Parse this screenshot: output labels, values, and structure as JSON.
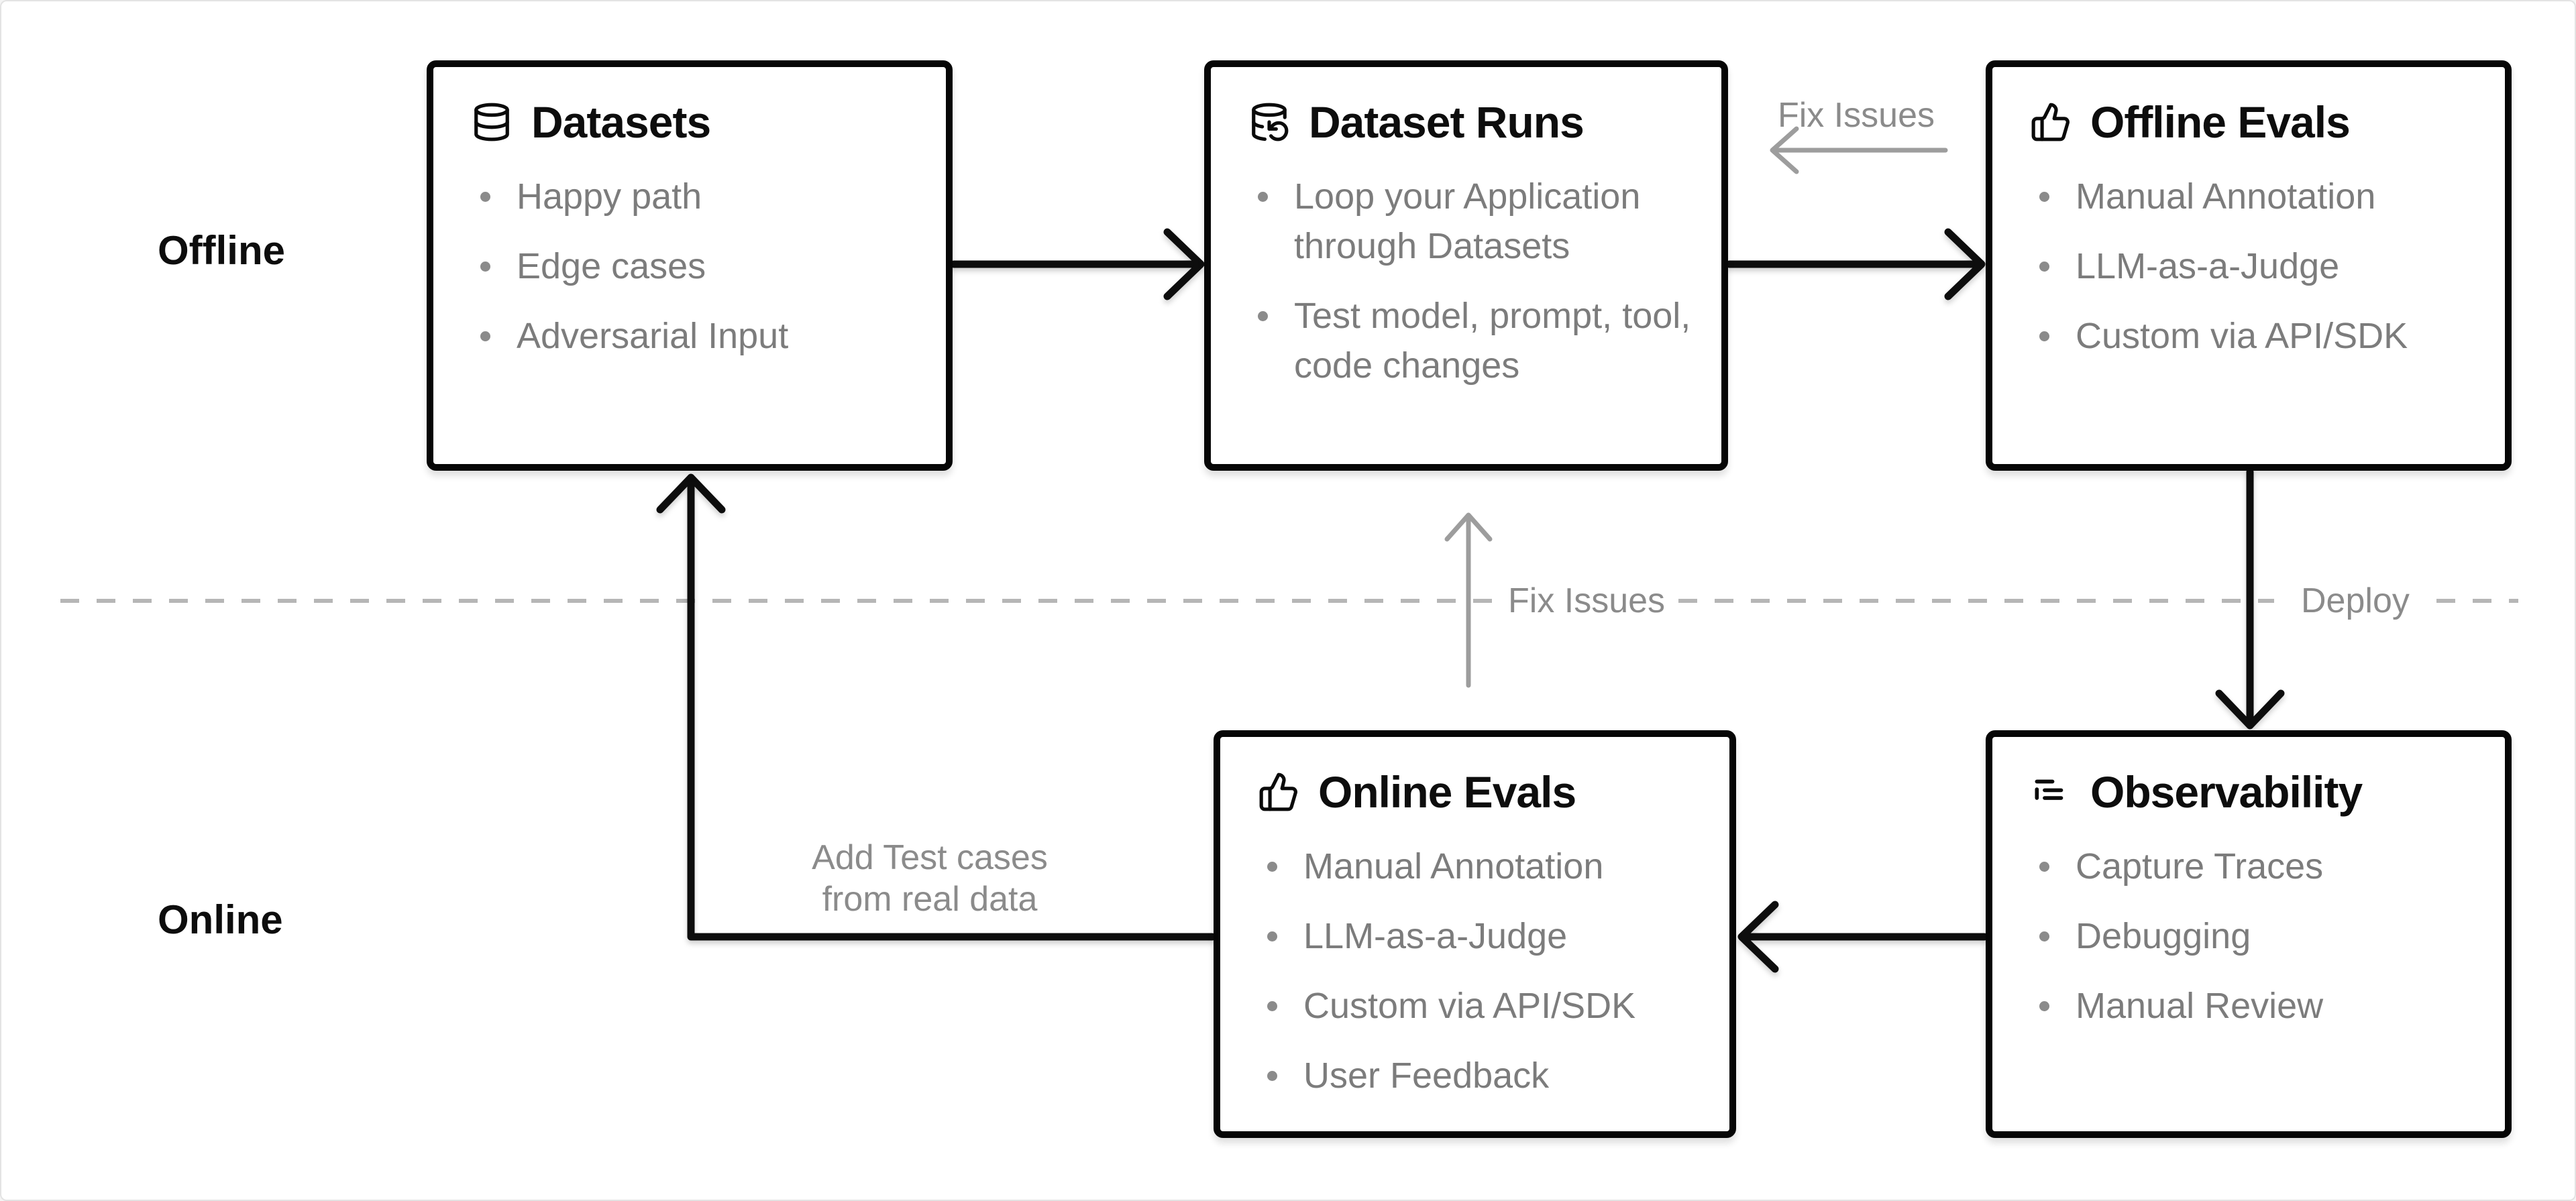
{
  "sections": {
    "offline_label": "Offline",
    "online_label": "Online"
  },
  "boxes": {
    "datasets": {
      "title": "Datasets",
      "icon": "database-icon",
      "items": [
        "Happy path",
        "Edge cases",
        "Adversarial Input"
      ]
    },
    "dataset_runs": {
      "title": "Dataset Runs",
      "icon": "database-rerun-icon",
      "items": [
        "Loop your Application through Datasets",
        "Test model, prompt, tool, code changes"
      ]
    },
    "offline_evals": {
      "title": "Offline Evals",
      "icon": "thumbs-up-icon",
      "items": [
        "Manual Annotation",
        "LLM-as-a-Judge",
        "Custom via API/SDK"
      ]
    },
    "online_evals": {
      "title": "Online Evals",
      "icon": "thumbs-up-icon",
      "items": [
        "Manual Annotation",
        "LLM-as-a-Judge",
        "Custom via API/SDK",
        "User Feedback"
      ]
    },
    "observability": {
      "title": "Observability",
      "icon": "trace-list-icon",
      "items": [
        "Capture Traces",
        "Debugging",
        "Manual Review"
      ]
    }
  },
  "flow_labels": {
    "fix_issues_top": "Fix Issues",
    "fix_issues_middle": "Fix Issues",
    "deploy": "Deploy",
    "add_test_cases": "Add Test cases\nfrom real data"
  },
  "colors": {
    "box_border": "#060606",
    "arrow_black": "#0d0d0d",
    "arrow_gray": "#9d9d9d",
    "divider_dash": "#b6b6b6",
    "item_text": "#7c7c7c",
    "label_text": "#8b8b8b"
  }
}
